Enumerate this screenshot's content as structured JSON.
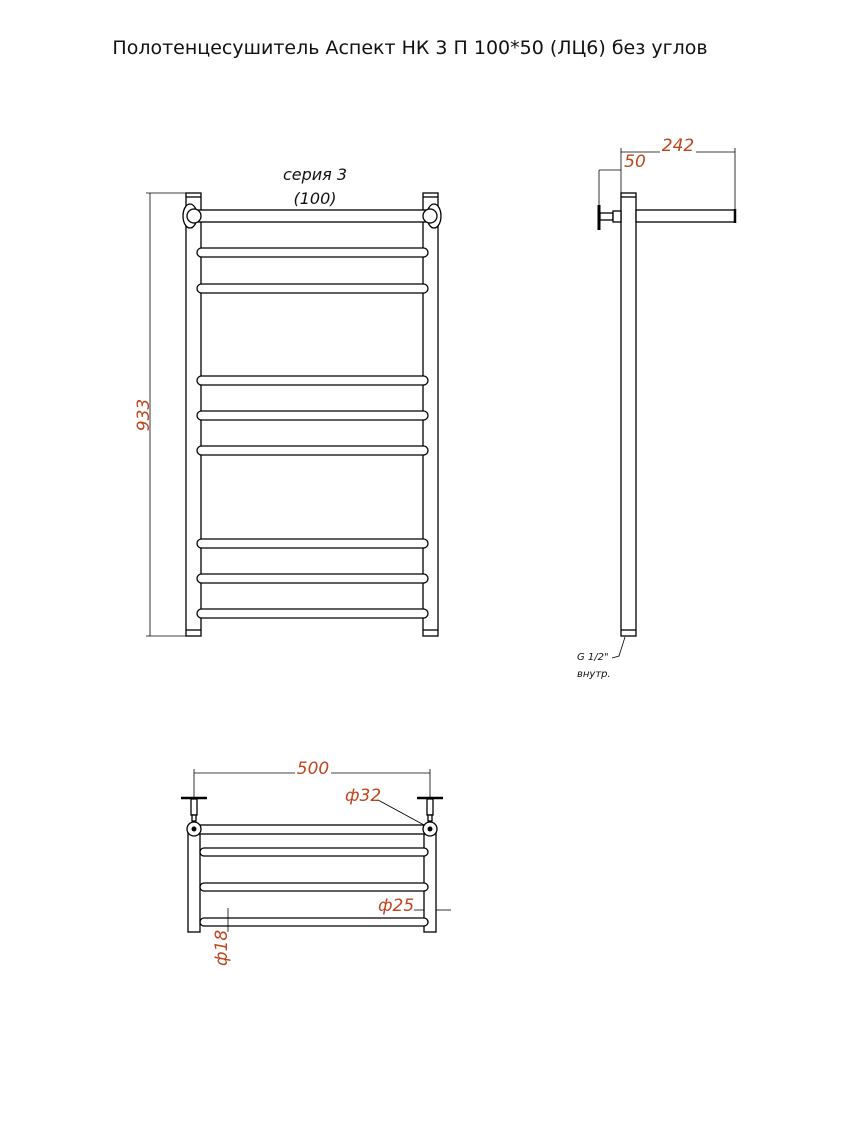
{
  "title": "Полотенцесушитель Аспект НК 3 П 100*50 (ЛЦ6)  без углов",
  "front_view": {
    "series_label": "серия 3",
    "series_code": "(100)",
    "height_dim": "933"
  },
  "side_view": {
    "depth_dim": "242",
    "wall_offset_dim": "50",
    "thread_label": "G 1/2\"",
    "thread_note": "внутр."
  },
  "top_view": {
    "width_dim": "500",
    "riser_top_diameter": "ф32",
    "riser_diameter": "ф25",
    "bar_diameter": "ф18"
  },
  "colors": {
    "dimension": "#c0451e",
    "line": "#000000"
  }
}
